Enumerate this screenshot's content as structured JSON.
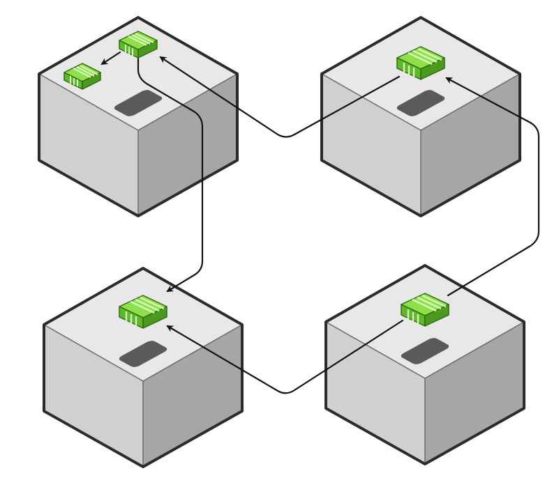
{
  "colors": {
    "background": "#ffffff",
    "cube_top": "#e8e8e8",
    "cube_left": "#d0d0d0",
    "cube_right": "#a6a6a6",
    "cube_outline": "#2b2b2b",
    "cube_inner_edge": "#6a6a6a",
    "slot": "#5a5a5a",
    "package_top": "#8ee04a",
    "package_left": "#5fb82a",
    "package_right": "#4a9a1e",
    "package_outline": "#2f6b10",
    "package_stripe": "#d9f7bd",
    "arrow": "#111111"
  },
  "diagram": {
    "nodes": [
      {
        "id": "node-top-left",
        "packages": 2
      },
      {
        "id": "node-top-right",
        "packages": 1
      },
      {
        "id": "node-bottom-left",
        "packages": 1
      },
      {
        "id": "node-bottom-right",
        "packages": 1
      }
    ],
    "connectors": [
      {
        "from": "node-top-left",
        "to": "node-top-left"
      },
      {
        "from": "node-top-right",
        "to": "node-top-left"
      },
      {
        "from": "node-top-left",
        "to": "node-bottom-left"
      },
      {
        "from": "node-bottom-right",
        "to": "node-top-right"
      },
      {
        "from": "node-bottom-right",
        "to": "node-bottom-left"
      }
    ]
  }
}
